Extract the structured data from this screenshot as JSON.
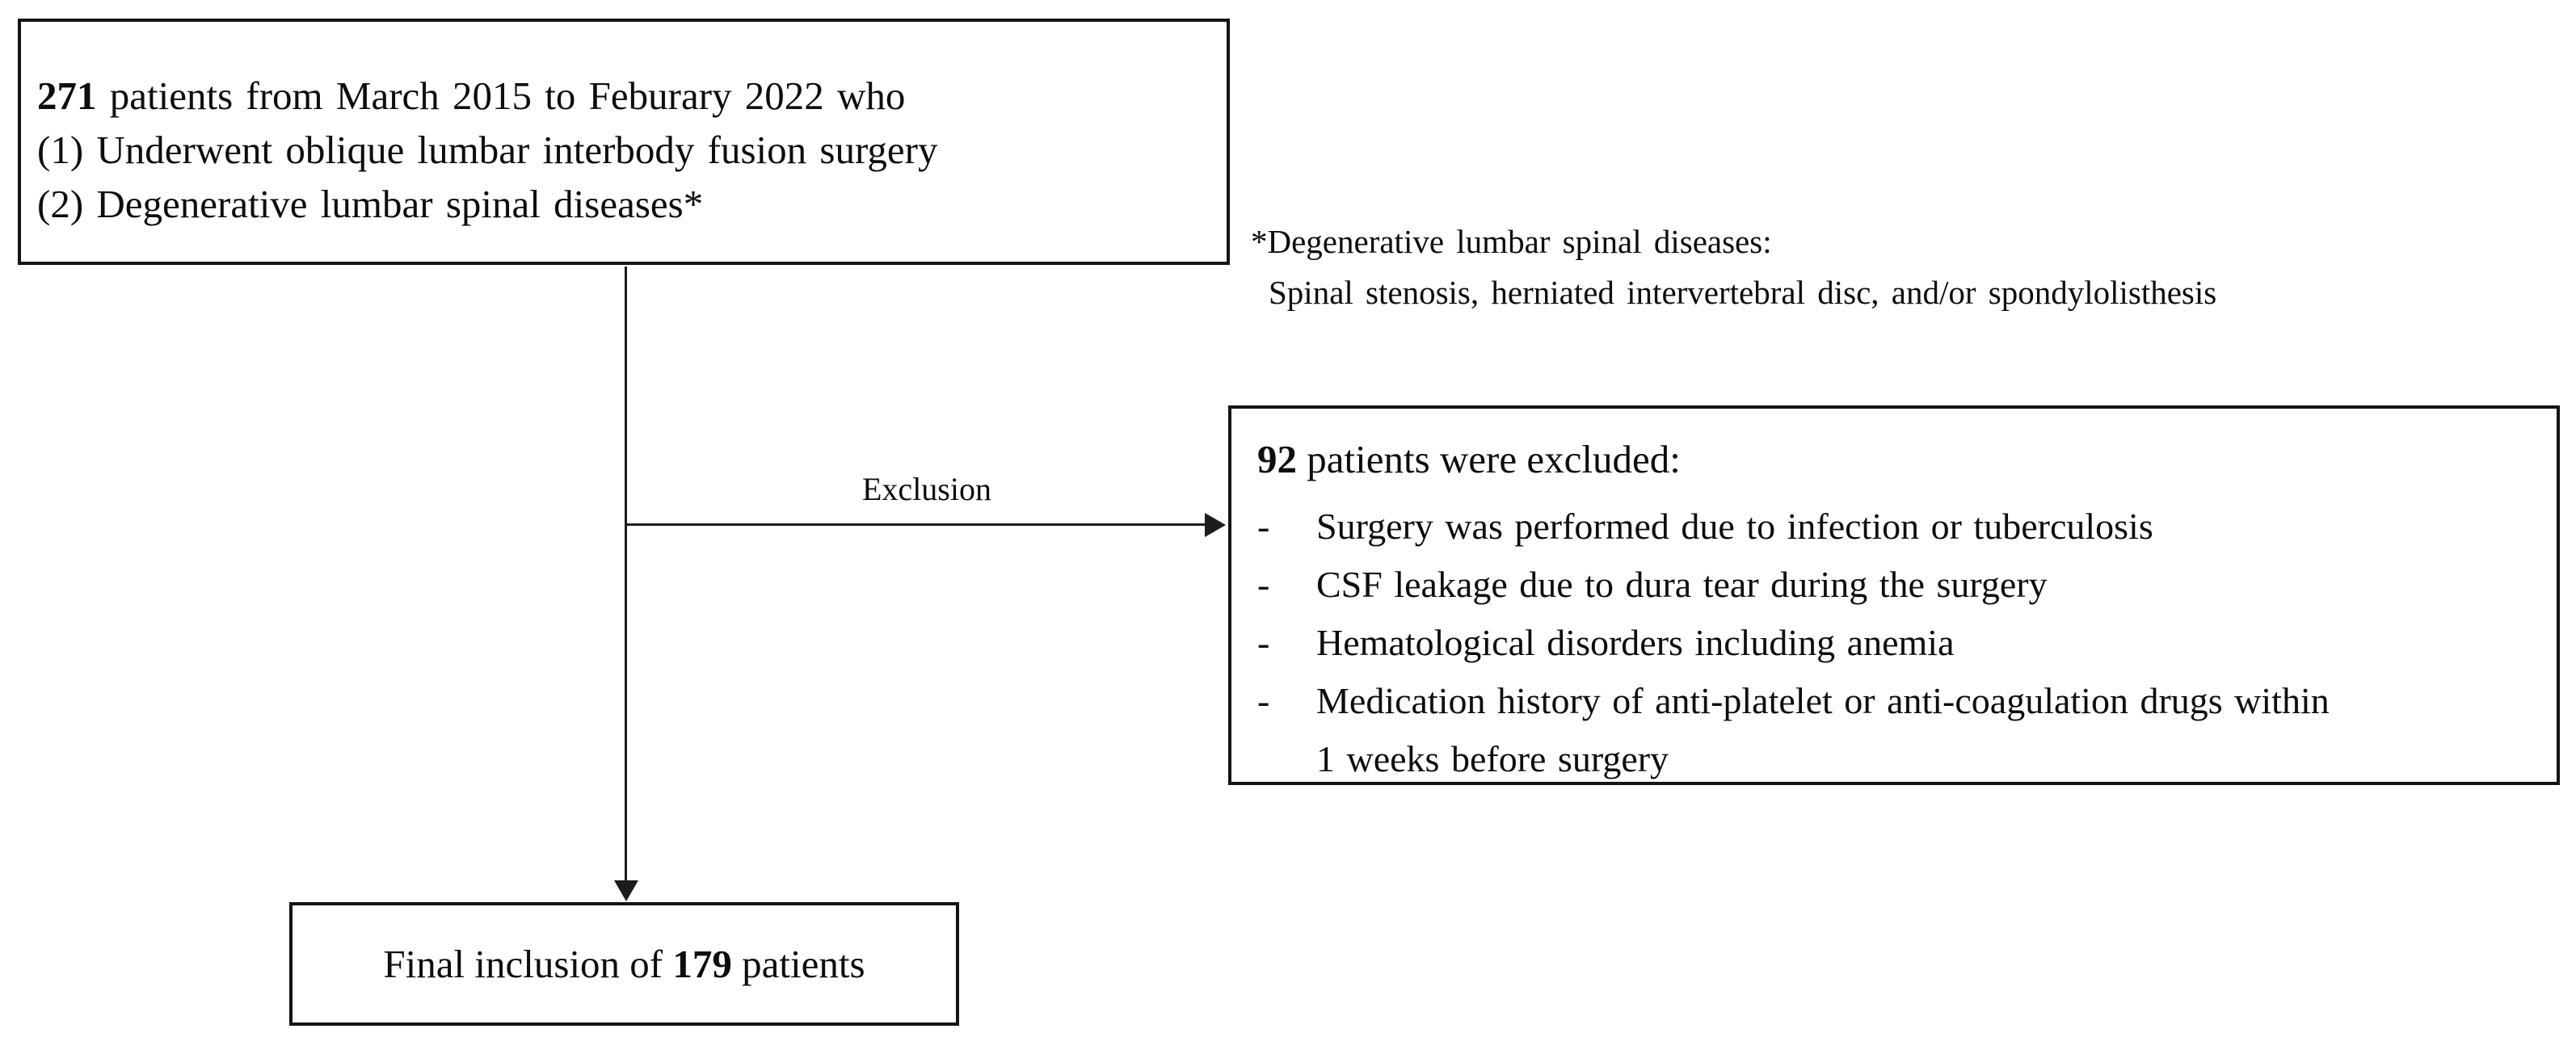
{
  "flow": {
    "initial_box": {
      "count": "271",
      "line1_rest": " patients from March 2015 to Feburary 2022 who",
      "criterion1": "(1) Underwent oblique lumbar interbody fusion surgery",
      "criterion2": "(2) Degenerative lumbar spinal diseases*"
    },
    "footnote": {
      "line1": "*Degenerative lumbar spinal diseases:",
      "line2": "Spinal stenosis, herniated intervertebral disc, and/or spondylolisthesis"
    },
    "exclusion_arrow_label": "Exclusion",
    "excluded_box": {
      "count": "92",
      "heading_rest": " patients were excluded:",
      "bullet_marker": "-",
      "bullets": [
        {
          "text": "Surgery was performed due to infection or tuberculosis"
        },
        {
          "text": "CSF leakage due to dura tear during the surgery"
        },
        {
          "text": "Hematological disorders including anemia"
        },
        {
          "text": "Medication history of anti-platelet or anti-coagulation drugs within",
          "text2": "1 weeks before surgery"
        }
      ]
    },
    "final_box": {
      "prefix": "Final inclusion of ",
      "count": "179",
      "suffix": " patients"
    }
  }
}
